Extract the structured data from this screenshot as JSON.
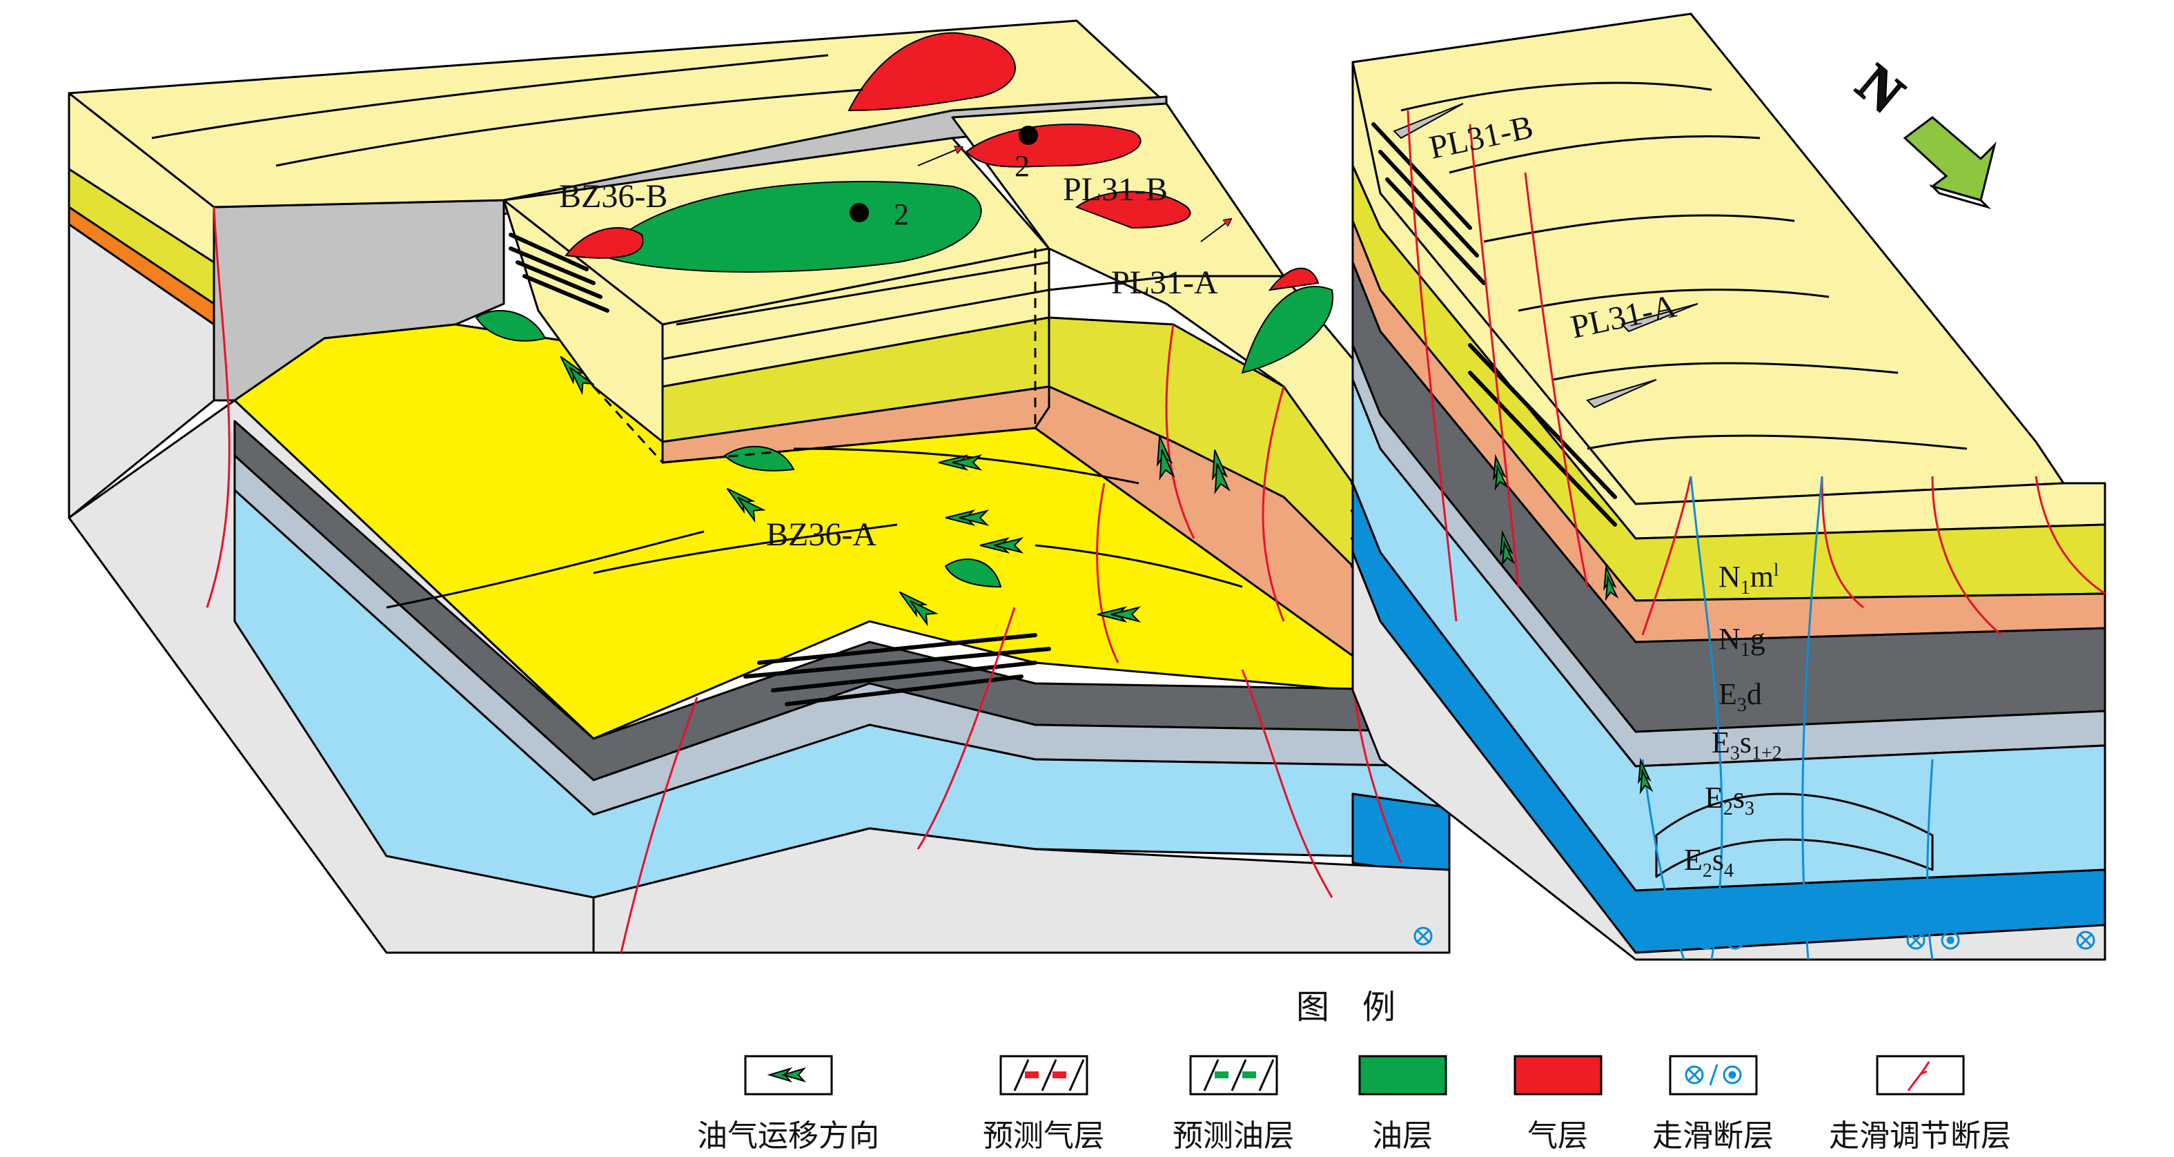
{
  "diagram": {
    "north_symbol": "N",
    "fields": {
      "bz36_b": "BZ36-B",
      "bz36_a": "BZ36-A",
      "pl31_b_left": "PL31-B",
      "pl31_a_left": "PL31-A",
      "pl31_b_right": "PL31-B",
      "pl31_a_right": "PL31-A"
    },
    "well_number_1": "2",
    "well_number_2": "2",
    "strata": [
      {
        "main": "N",
        "sub": "1",
        "tail": "m",
        "sup": "l"
      },
      {
        "main": "N",
        "sub": "1",
        "tail": "g",
        "sup": ""
      },
      {
        "main": "E",
        "sub": "3",
        "tail": "d",
        "sup": ""
      },
      {
        "main": "E",
        "sub": "3",
        "tail": "s",
        "sub2": "1+2"
      },
      {
        "main": "E",
        "sub": "2",
        "tail": "s",
        "sub2": "3"
      },
      {
        "main": "E",
        "sub": "2",
        "tail": "s",
        "sub2": "4"
      }
    ],
    "colors": {
      "pale_yellow": "#fbf4a6",
      "yellow": "#fff200",
      "olive_yellow": "#e3e234",
      "salmon": "#f0a67c",
      "gray": "#c2c2c2",
      "dark_gray": "#63666a",
      "light_blue": "#9fdcf5",
      "blue": "#0a8fd8",
      "oil_green": "#09a548",
      "gas_red": "#ee1c24",
      "fault_red": "#e8112d",
      "orange": "#f47f1f"
    }
  },
  "legend": {
    "title": "图　例",
    "items": [
      {
        "label": "油气运移方向",
        "icon": "migration-arrow-icon"
      },
      {
        "label": "预测气层",
        "icon": "predicted-gas-icon"
      },
      {
        "label": "预测油层",
        "icon": "predicted-oil-icon"
      },
      {
        "label": "油层",
        "icon": "oil-layer-icon"
      },
      {
        "label": "气层",
        "icon": "gas-layer-icon"
      },
      {
        "label": "走滑断层",
        "icon": "strike-slip-fault-icon"
      },
      {
        "label": "走滑调节断层",
        "icon": "strike-slip-adjust-fault-icon"
      }
    ]
  }
}
